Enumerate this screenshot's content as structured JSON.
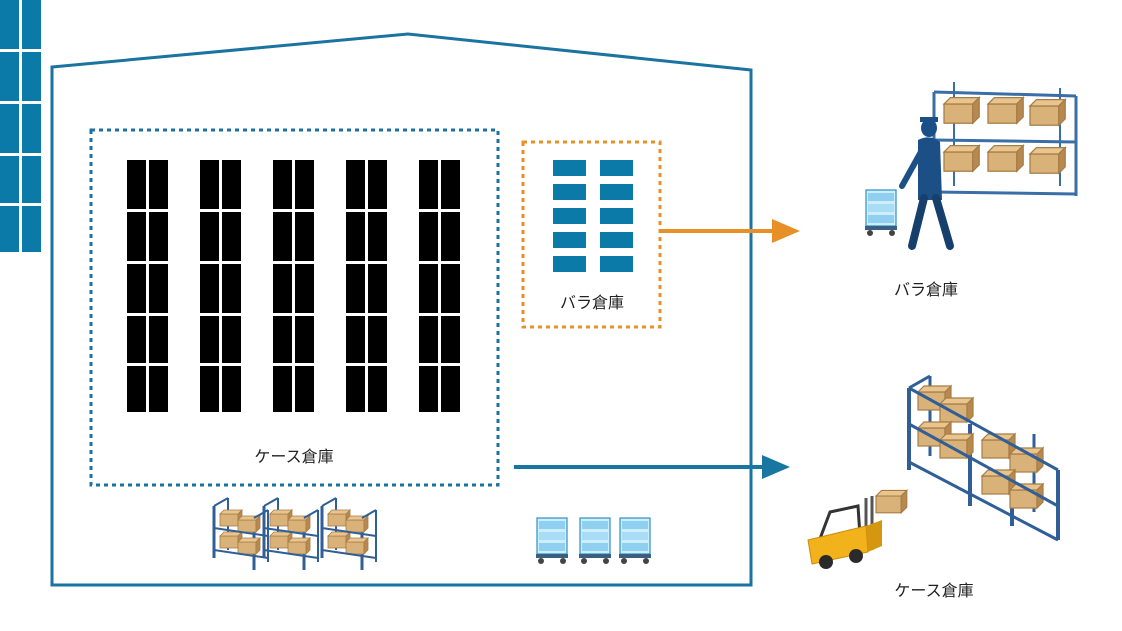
{
  "labels": {
    "case_zone": "ケース倉庫",
    "loose_zone": "バラ倉庫",
    "loose_external": "バラ倉庫",
    "case_external": "ケース倉庫"
  },
  "colors": {
    "building": "#1a73a0",
    "rack": "#0b7aa8",
    "case_arrow": "#1776a2",
    "loose_arrow": "#e89028",
    "case_border": "#1a73a0",
    "loose_border": "#e89028",
    "box": "#d9b27a",
    "box_dark": "#b8894e",
    "shelf_frame": "#2f5f96",
    "forklift": "#f2b21c",
    "cart": "#a9dcf5",
    "worker": "#1b4f86"
  },
  "icons": {
    "worker": "worker-with-cart-icon",
    "forklift": "forklift-icon",
    "shelf": "storage-shelf-icon",
    "cart": "roll-cart-icon"
  }
}
